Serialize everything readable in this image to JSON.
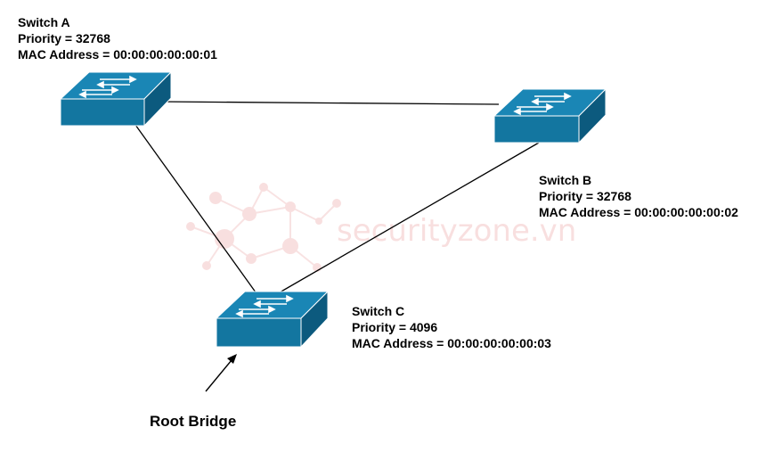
{
  "switches": {
    "a": {
      "name": "Switch A",
      "priority": "Priority = 32768",
      "mac": "MAC Address = 00:00:00:00:00:01"
    },
    "b": {
      "name": "Switch B",
      "priority": "Priority = 32768",
      "mac": "MAC Address = 00:00:00:00:00:02"
    },
    "c": {
      "name": "Switch C",
      "priority": "Priority = 4096",
      "mac": "MAC Address = 00:00:00:00:00:03"
    }
  },
  "root_bridge_label": "Root Bridge",
  "watermark": "securityzone.vn",
  "colors": {
    "switch_front": "#1376a0",
    "switch_top": "#1a86b5",
    "switch_side": "#0c5a7e",
    "line": "#000000"
  },
  "icons": [
    "network-switch-icon",
    "arrow-icon"
  ]
}
